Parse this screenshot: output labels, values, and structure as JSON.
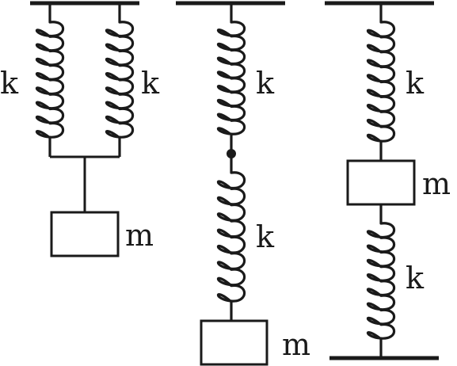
{
  "colors": {
    "ink": "#1a1a1a",
    "background": "#ffffff"
  },
  "figures": [
    {
      "arrangement": "parallel",
      "labels": {
        "spring_left": "k",
        "spring_right": "k",
        "mass": "m"
      }
    },
    {
      "arrangement": "series",
      "labels": {
        "spring_top": "k",
        "spring_bottom": "k",
        "mass": "m"
      }
    },
    {
      "arrangement": "mass-between-springs",
      "labels": {
        "spring_top": "k",
        "spring_bottom": "k",
        "mass": "m"
      }
    }
  ]
}
